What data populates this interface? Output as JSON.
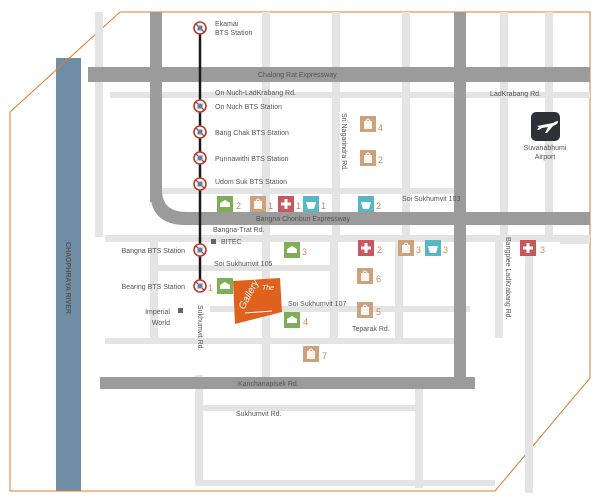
{
  "colors": {
    "river": "#6f8ea5",
    "expressway": "#9b9b9b",
    "road": "#e4e4e4",
    "border": "#e07a2c",
    "brand": "#e0611e",
    "mall": "#7fae59",
    "shop": "#cda17b",
    "hospital": "#c9575e",
    "market": "#58b6c5",
    "bts": "#c0392b",
    "label": "#555555",
    "icon_number": "#cc8b54"
  },
  "river": {
    "label": "CHAOPHRAYA RIVER"
  },
  "roads": {
    "chalong_rat": "Chalong Rat Expressway",
    "on_nut_ladkrabang": "On Nuch-LadKrabang Rd.",
    "ladkrabang": "LadKrabang Rd.",
    "bangna_chonburi": "Bangna Chonburi Expressway",
    "bangna_trat": "Bangna-Trat Rd.",
    "soi_sukhumvit_103": "Soi Sukhumvit 103",
    "soi_sukhumvit_105": "Soi Sukhumvit 105",
    "soi_sukhumvit_107": "Soi Sukhumvit 107",
    "teparak": "Teparak Rd.",
    "kanchanapisek": "Kanchanapisek Rd.",
    "sukhumvit_bottom": "Sukhumvit Rd.",
    "sukhumvit_vertical": "Sukhumvit Rd.",
    "sri_nagarindra": "Sri Nagarindra Rd.",
    "bangplee_ladkrabang": "Bangplee LadKrabang Rd."
  },
  "stations": [
    {
      "label": "Ekamai",
      "label2": "BTS Station"
    },
    {
      "label": "On Nuch BTS Station"
    },
    {
      "label": "Bang Chak BTS Station"
    },
    {
      "label": "Punnawithi  BTS Station"
    },
    {
      "label": "Udom Suk BTS Station"
    },
    {
      "label": "Bangna BTS Station"
    },
    {
      "label": "Bearing BTS Station"
    }
  ],
  "places": {
    "bitec": "BITEC",
    "imperial_line1": "Imperial",
    "imperial_line2": "World",
    "airport_line1": "Suvanabhumi",
    "airport_line2": "Airport",
    "gallery_line1": "The",
    "gallery_line2": "Gallery"
  },
  "pois": [
    {
      "type": "shop",
      "icon": "shopping-bag-icon",
      "number": "4"
    },
    {
      "type": "shop",
      "icon": "shopping-bag-icon",
      "number": "2"
    },
    {
      "type": "mall",
      "icon": "department-store-icon",
      "number": "2"
    },
    {
      "type": "shop",
      "icon": "shopping-bag-icon",
      "number": "1"
    },
    {
      "type": "hospital",
      "icon": "hospital-cross-icon",
      "number": "1"
    },
    {
      "type": "market",
      "icon": "basket-icon",
      "number": "1"
    },
    {
      "type": "market",
      "icon": "basket-icon",
      "number": "2"
    },
    {
      "type": "mall",
      "icon": "department-store-icon",
      "number": "3"
    },
    {
      "type": "hospital",
      "icon": "hospital-cross-icon",
      "number": "2"
    },
    {
      "type": "shop",
      "icon": "shopping-bag-icon",
      "number": "3"
    },
    {
      "type": "market",
      "icon": "basket-icon",
      "number": "3"
    },
    {
      "type": "hospital",
      "icon": "hospital-cross-icon",
      "number": "3"
    },
    {
      "type": "shop",
      "icon": "shopping-bag-icon",
      "number": "6"
    },
    {
      "type": "mall",
      "icon": "department-store-icon",
      "number": "1"
    },
    {
      "type": "shop",
      "icon": "shopping-bag-icon",
      "number": "5"
    },
    {
      "type": "mall",
      "icon": "department-store-icon",
      "number": "4"
    },
    {
      "type": "shop",
      "icon": "shopping-bag-icon",
      "number": "7"
    }
  ]
}
